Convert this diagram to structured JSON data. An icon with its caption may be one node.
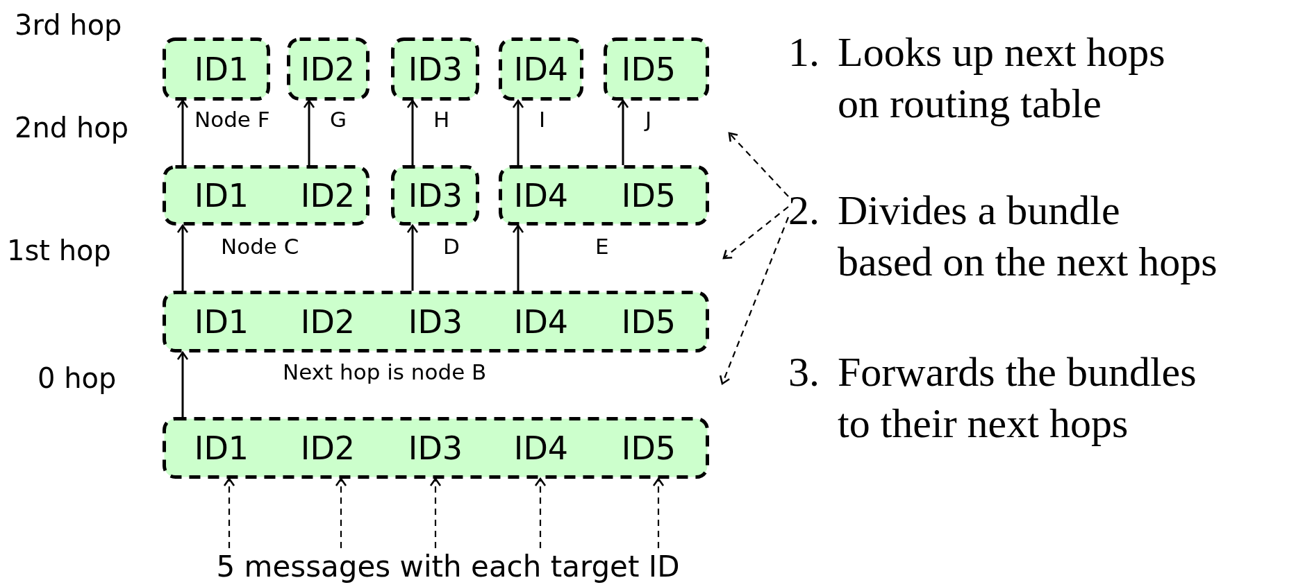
{
  "diagram": {
    "nodes": [
      {
        "text": [
          "ID1"
        ]
      },
      {
        "text": [
          "ID2"
        ]
      },
      {
        "text": [
          "ID3"
        ]
      },
      {
        "text": [
          "ID4"
        ]
      },
      {
        "text": [
          "ID5"
        ]
      },
      {
        "text": [
          "ID1",
          "ID2"
        ]
      },
      {
        "text": [
          "ID3"
        ]
      },
      {
        "text": [
          "ID4",
          "ID5"
        ]
      },
      {
        "text": [
          "ID1",
          "ID2",
          "ID3",
          "ID4",
          "ID5"
        ]
      },
      {
        "text": [
          "ID1",
          "ID2",
          "ID3",
          "ID4",
          "ID5"
        ]
      },
      {
        "text": [
          "5 messages with each target ID"
        ]
      },
      {
        "text": [
          "2.",
          "Divides a bundle based on the next hops"
        ]
      }
    ],
    "edges": [
      {
        "from": 5,
        "to": 0,
        "arrow": "to",
        "label": "Node F"
      },
      {
        "from": 5,
        "to": 1,
        "arrow": "to",
        "label": "G"
      },
      {
        "from": 6,
        "to": 2,
        "arrow": "to",
        "label": "H"
      },
      {
        "from": 7,
        "to": 3,
        "arrow": "to",
        "label": "I"
      },
      {
        "from": 7,
        "to": 4,
        "arrow": "to",
        "label": "J"
      },
      {
        "from": 8,
        "to": 5,
        "arrow": "to",
        "label": "Node C"
      },
      {
        "from": 8,
        "to": 6,
        "arrow": "to",
        "label": "D"
      },
      {
        "from": 8,
        "to": 7,
        "arrow": "to",
        "label": "E"
      },
      {
        "from": 9,
        "to": 8,
        "arrow": "to",
        "label": "Next hop is node B"
      },
      {
        "from": 10,
        "to": 9,
        "arrow": "to",
        "style": "dashed"
      },
      {
        "from": 10,
        "to": 9,
        "arrow": "to",
        "style": "dashed"
      },
      {
        "from": 10,
        "to": 9,
        "arrow": "to",
        "style": "dashed"
      },
      {
        "from": 10,
        "to": 9,
        "arrow": "to",
        "style": "dashed"
      },
      {
        "from": 10,
        "to": 9,
        "arrow": "to",
        "style": "dashed"
      },
      {
        "from": 11,
        "to": null,
        "arrow": "to",
        "style": "dashed"
      },
      {
        "from": 11,
        "to": null,
        "arrow": "to",
        "style": "dashed"
      },
      {
        "from": 11,
        "to": null,
        "arrow": "to",
        "style": "dashed"
      }
    ],
    "labels": [
      "3rd hop",
      "2nd hop",
      "1st hop",
      "0 hop",
      "1.",
      "Looks up next hops on routing table",
      "3.",
      "Forwards the bundles to their next hops"
    ]
  }
}
